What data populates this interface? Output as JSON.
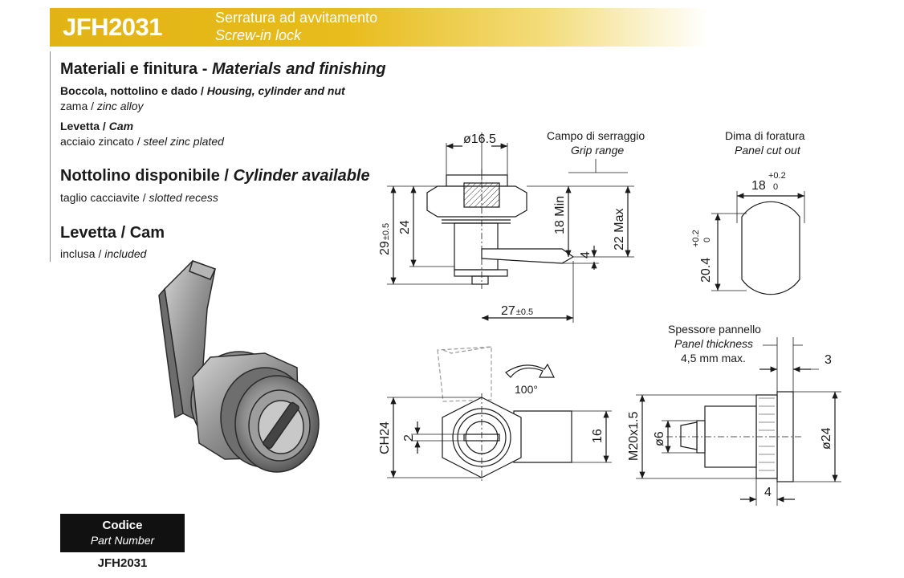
{
  "header": {
    "code": "JFH2031",
    "title_it": "Serratura ad avvitamento",
    "title_en": "Screw-in lock"
  },
  "specs": {
    "materials_heading_it": "Materiali e finitura - ",
    "materials_heading_en": "Materials and finishing",
    "housing_label_it": "Boccola, nottolino e dado / ",
    "housing_label_en": "Housing, cylinder and nut",
    "housing_value_it": "zama / ",
    "housing_value_en": "zinc alloy",
    "cam_label_it": "Levetta / ",
    "cam_label_en": "Cam",
    "cam_value_it": "acciaio zincato / ",
    "cam_value_en": "steel zinc plated",
    "cylinder_heading_it": "Nottolino disponibile / ",
    "cylinder_heading_en": "Cylinder available",
    "cylinder_value_it": "taglio cacciavite / ",
    "cylinder_value_en": "slotted recess",
    "cam_heading": "Levetta / Cam",
    "cam_included_it": "inclusa / ",
    "cam_included_en": "included"
  },
  "part_box": {
    "label": "Codice",
    "sublabel": "Part Number",
    "number": "JFH2031"
  },
  "drawing": {
    "side_view": {
      "dia_top": "ø16.5",
      "grip_label_it": "Campo di serraggio",
      "grip_label_en": "Grip range",
      "height_total": "29",
      "height_total_tol": "±0.5",
      "height_body": "24",
      "grip_min": "18 Min",
      "grip_max": "22 Max",
      "cam_thickness": "4",
      "cam_length": "27",
      "cam_length_tol": "±0.5"
    },
    "cutout": {
      "label_it": "Dima di foratura",
      "label_en": "Panel cut out",
      "width": "18",
      "width_tol_upper": "+0.2",
      "width_tol_lower": "0",
      "height": "20.4",
      "height_tol_upper": "+0.2",
      "height_tol_lower": "0"
    },
    "front_view": {
      "hex": "CH24",
      "slot": "2",
      "cam_width": "16",
      "rotation": "100°"
    },
    "panel_view": {
      "label_it": "Spessore pannello",
      "label_en": "Panel thickness",
      "label_max": "4,5 mm max.",
      "thread": "M20x1.5",
      "dia_small": "ø6",
      "dia_large": "ø24",
      "flange": "3",
      "nut": "4"
    }
  }
}
